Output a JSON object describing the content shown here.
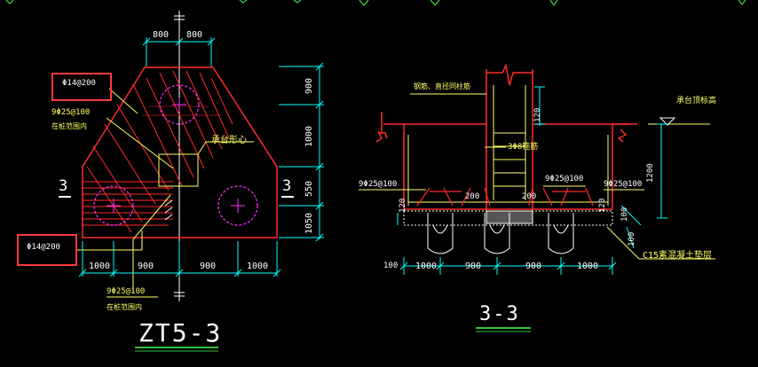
{
  "plan": {
    "top_dims": [
      "800",
      "800"
    ],
    "right_dims": [
      "900",
      "1000",
      "550",
      "1050"
    ],
    "bottom_dims": [
      "1000",
      "900",
      "900",
      "1000"
    ],
    "section_mark_left": "3",
    "section_mark_right": "3",
    "rebar_top": "Φ14@200",
    "rebar_bottom": "Φ14@200",
    "bundle_upper": "9Φ25@100",
    "bundle_upper_note": "在桩范围内",
    "bundle_lower": "9Φ25@100",
    "bundle_lower_note": "在桩范围内",
    "centroid_label": "承台形心",
    "title": "ZT5-3"
  },
  "section": {
    "column_label": "钢筋、直径同柱筋",
    "cap_top_label": "承台顶标高",
    "dim_120": "120",
    "stirrup_label": "3Φ8箍筋",
    "left_rebar": "9Φ25@100",
    "mid_rebar": "9Φ25@100",
    "right_rebar": "9Φ25@100",
    "cover_left": "200",
    "cover_right": "200",
    "height_1200": "1200",
    "left_cover_dim": "120",
    "right_cover_dim": "120",
    "dim_100": "100",
    "dim_100b": "100",
    "bottom_dims": [
      "1000",
      "900",
      "900",
      "1000"
    ],
    "left_edge": "100",
    "cushion_label": "C15素混凝土垫层",
    "title": "3-3"
  },
  "colors": {
    "outline": "#ff2a2a",
    "dimension": "#00ffff",
    "leader": "#ffff66",
    "pile_center": "#ff33ff",
    "title_line": "#4cff4c",
    "highlight": "#ff3b3b"
  }
}
